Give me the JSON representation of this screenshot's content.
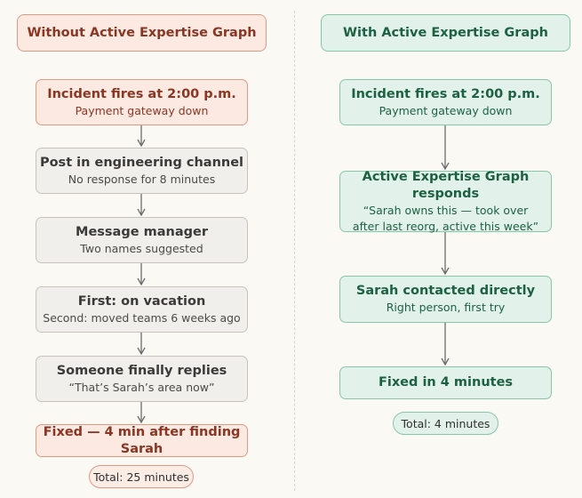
{
  "left": {
    "header": "Without Active Expertise Graph",
    "steps": [
      {
        "title": "Incident fires at 2:00 p.m.",
        "sub": "Payment gateway down"
      },
      {
        "title": "Post in engineering channel",
        "sub": "No response for 8 minutes"
      },
      {
        "title": "Message manager",
        "sub": "Two names suggested"
      },
      {
        "title": "First: on vacation",
        "sub": "Second: moved teams 6 weeks ago"
      },
      {
        "title": "Someone finally replies",
        "sub": "“That’s Sarah’s area now”"
      },
      {
        "title": "Fixed — 4 min after finding Sarah",
        "sub": ""
      }
    ],
    "total": "Total: 25 minutes"
  },
  "right": {
    "header": "With Active Expertise Graph",
    "steps": [
      {
        "title": "Incident fires at 2:00 p.m.",
        "sub": "Payment gateway down"
      },
      {
        "title": "Active Expertise Graph responds",
        "sub": "“Sarah owns this — took over",
        "sub2": "after last reorg, active this week”"
      },
      {
        "title": "Sarah contacted directly",
        "sub": "Right person, first try"
      },
      {
        "title": "Fixed in 4 minutes",
        "sub": ""
      }
    ],
    "total": "Total: 4 minutes"
  },
  "colors": {
    "left_accent": "#dd9a87",
    "left_fill": "#fbe9e2",
    "right_accent": "#88c6a8",
    "right_fill": "#e2f2ea",
    "neutral_fill": "#f0efeb",
    "arrow": "#6b6b6b"
  }
}
